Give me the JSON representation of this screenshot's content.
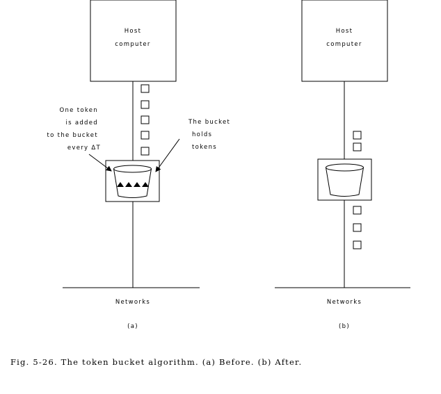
{
  "panel_a": {
    "host_line1": "Host",
    "host_line2": "computer",
    "annotation_left": [
      "One token",
      "is added",
      "to the bucket",
      "every ΔT"
    ],
    "annotation_right": [
      "The bucket",
      "holds",
      "tokens"
    ],
    "network_label": "Networks",
    "panel_label": "(a)"
  },
  "panel_b": {
    "host_line1": "Host",
    "host_line2": "computer",
    "network_label": "Networks",
    "panel_label": "(b)"
  },
  "caption": "Fig. 5-26. The token bucket algorithm. (a) Before. (b) After."
}
